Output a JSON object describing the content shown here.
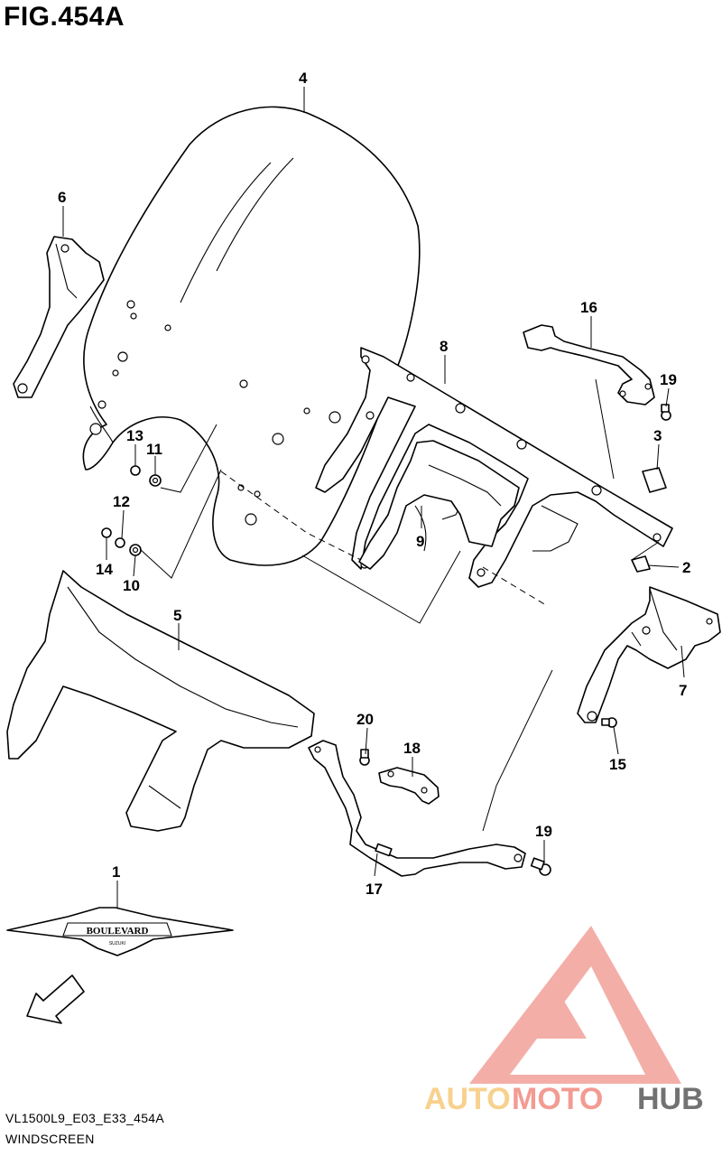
{
  "figure": {
    "title": "FIG.454A"
  },
  "footer": {
    "code": "VL1500L9_E03_E33_454A",
    "section": "WINDSCREEN"
  },
  "watermark": {
    "brand_auto": "AUTO",
    "brand_moto": "MOTO",
    "brand_hub": "HUB",
    "colors": {
      "auto": "#f6c97a",
      "moto": "#f08a80",
      "hub": "#5a5a5a",
      "triangle": "#f3a09a"
    }
  },
  "emblem": {
    "text": "BOULEVARD",
    "subtext": "SUZUKI"
  },
  "fwd_arrow": {
    "label": "FWD"
  },
  "callouts": [
    {
      "id": "c1",
      "label": "1"
    },
    {
      "id": "c2",
      "label": "2"
    },
    {
      "id": "c3",
      "label": "3"
    },
    {
      "id": "c4",
      "label": "4"
    },
    {
      "id": "c5",
      "label": "5"
    },
    {
      "id": "c6",
      "label": "6"
    },
    {
      "id": "c7",
      "label": "7"
    },
    {
      "id": "c8",
      "label": "8"
    },
    {
      "id": "c9",
      "label": "9"
    },
    {
      "id": "c10",
      "label": "10"
    },
    {
      "id": "c11",
      "label": "11"
    },
    {
      "id": "c12",
      "label": "12"
    },
    {
      "id": "c13",
      "label": "13"
    },
    {
      "id": "c14",
      "label": "14"
    },
    {
      "id": "c15",
      "label": "15"
    },
    {
      "id": "c16",
      "label": "16"
    },
    {
      "id": "c17",
      "label": "17"
    },
    {
      "id": "c18",
      "label": "18"
    },
    {
      "id": "c19a",
      "label": "19"
    },
    {
      "id": "c19b",
      "label": "19"
    },
    {
      "id": "c20",
      "label": "20"
    }
  ]
}
